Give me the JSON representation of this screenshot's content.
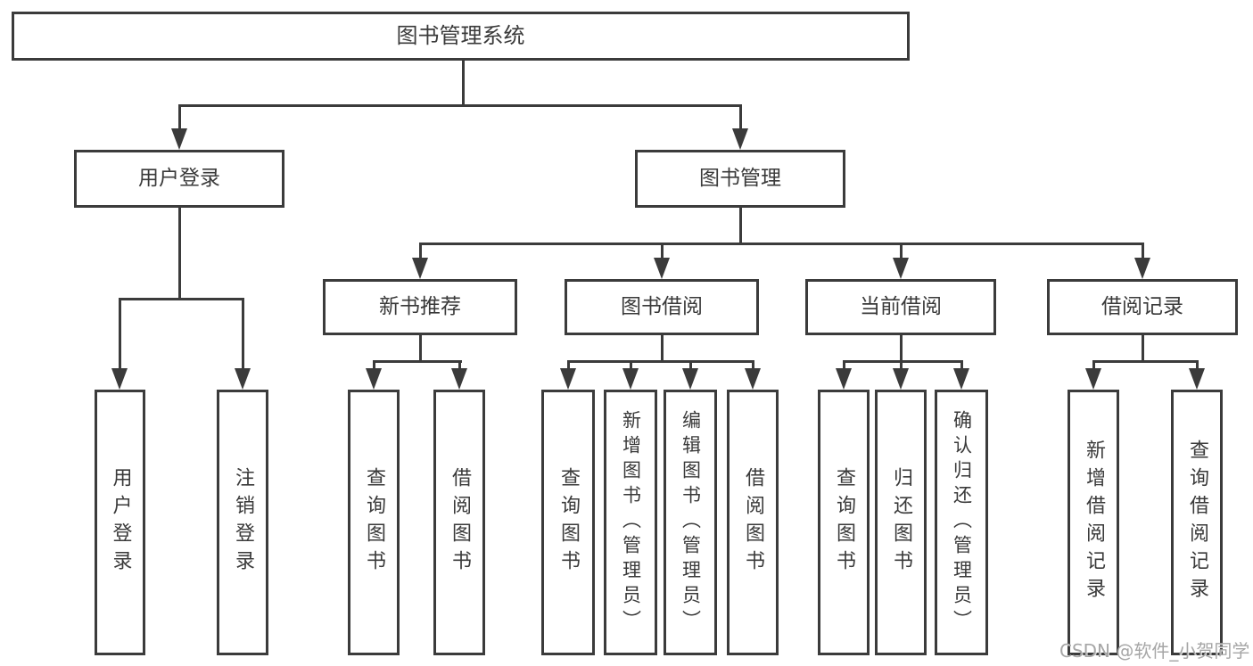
{
  "tree": {
    "label": "图书管理系统",
    "children": [
      {
        "label": "用户登录",
        "children": [
          {
            "label": "用户登录"
          },
          {
            "label": "注销登录"
          }
        ]
      },
      {
        "label": "图书管理",
        "children": [
          {
            "label": "新书推荐",
            "children": [
              {
                "label": "查询图书"
              },
              {
                "label": "借阅图书"
              }
            ]
          },
          {
            "label": "图书借阅",
            "children": [
              {
                "label": "查询图书"
              },
              {
                "label": "新增图书（管理员）"
              },
              {
                "label": "编辑图书（管理员）"
              },
              {
                "label": "借阅图书"
              }
            ]
          },
          {
            "label": "当前借阅",
            "children": [
              {
                "label": "查询图书"
              },
              {
                "label": "归还图书"
              },
              {
                "label": "确认归还（管理员）"
              }
            ]
          },
          {
            "label": "借阅记录",
            "children": [
              {
                "label": "新增借阅记录"
              },
              {
                "label": "查询借阅记录"
              }
            ]
          }
        ]
      }
    ]
  },
  "watermark": {
    "text": "CSDN @软件_小贺同学"
  },
  "colors": {
    "line": "#3b3b3b",
    "text": "#3a3a3a",
    "watermark": "#a6a6a6",
    "bg": "#ffffff"
  }
}
